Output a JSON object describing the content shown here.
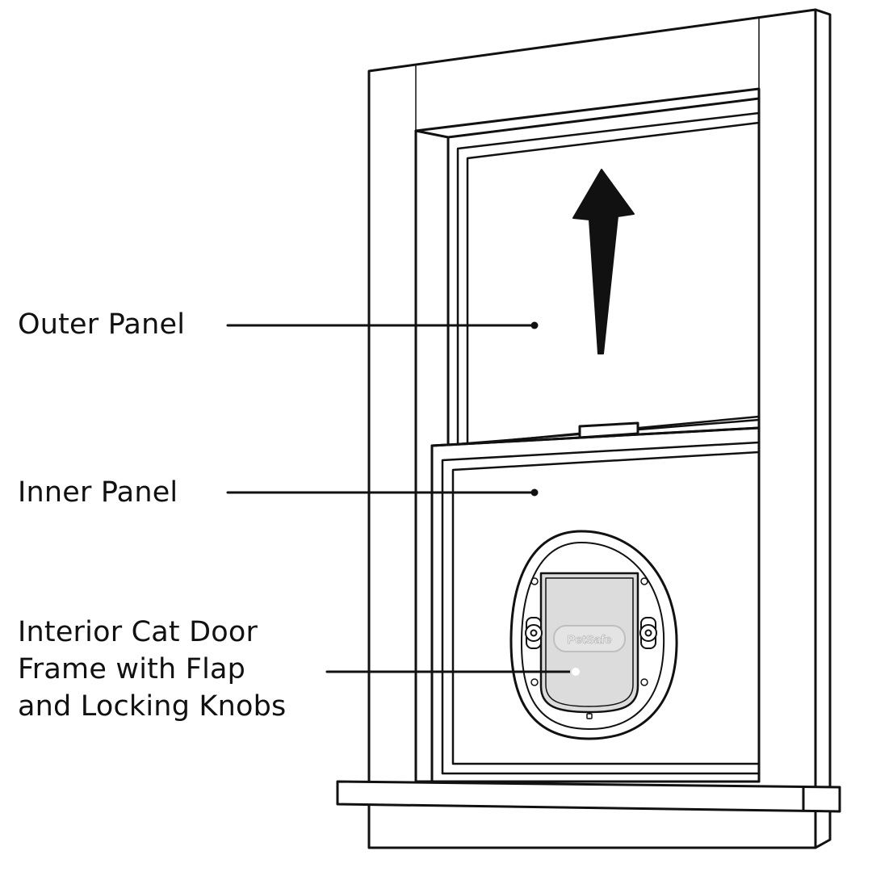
{
  "colors": {
    "line": "#111111",
    "background": "#ffffff",
    "flap_fill": "#dcdcdc",
    "flap_logo": "#bfbfbf"
  },
  "diagram": {
    "arrow_direction": "up",
    "callouts": [
      {
        "id": "outer_panel",
        "lines": [
          "Outer Panel"
        ]
      },
      {
        "id": "inner_panel",
        "lines": [
          "Inner Panel"
        ]
      },
      {
        "id": "cat_door",
        "lines": [
          "Interior Cat Door",
          "Frame with Flap",
          "and Locking Knobs"
        ]
      }
    ],
    "flap_logo_text": "PetSafe"
  }
}
